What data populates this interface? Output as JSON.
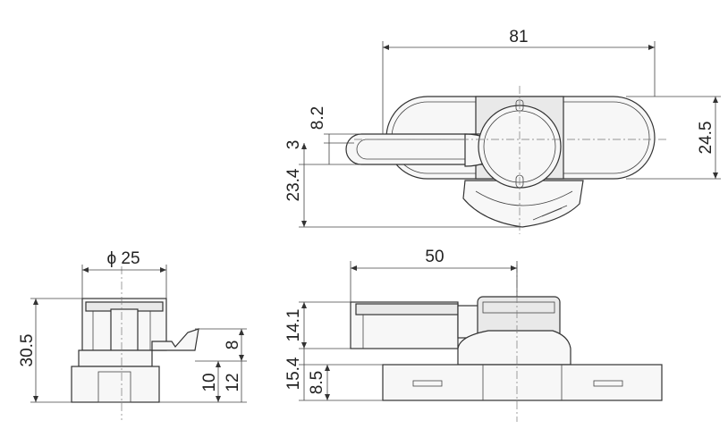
{
  "drawing": {
    "top_view": {
      "overall_width": "81",
      "height": "24.5",
      "offset_a": "8.2",
      "offset_b": "3",
      "depth": "23.4"
    },
    "side_view": {
      "diameter": "ϕ 25",
      "height": "30.5",
      "catch_height": "8",
      "base_a": "10",
      "base_b": "12"
    },
    "front_view": {
      "width": "50",
      "upper": "14.1",
      "lower": "15.4",
      "base": "8.5"
    }
  }
}
